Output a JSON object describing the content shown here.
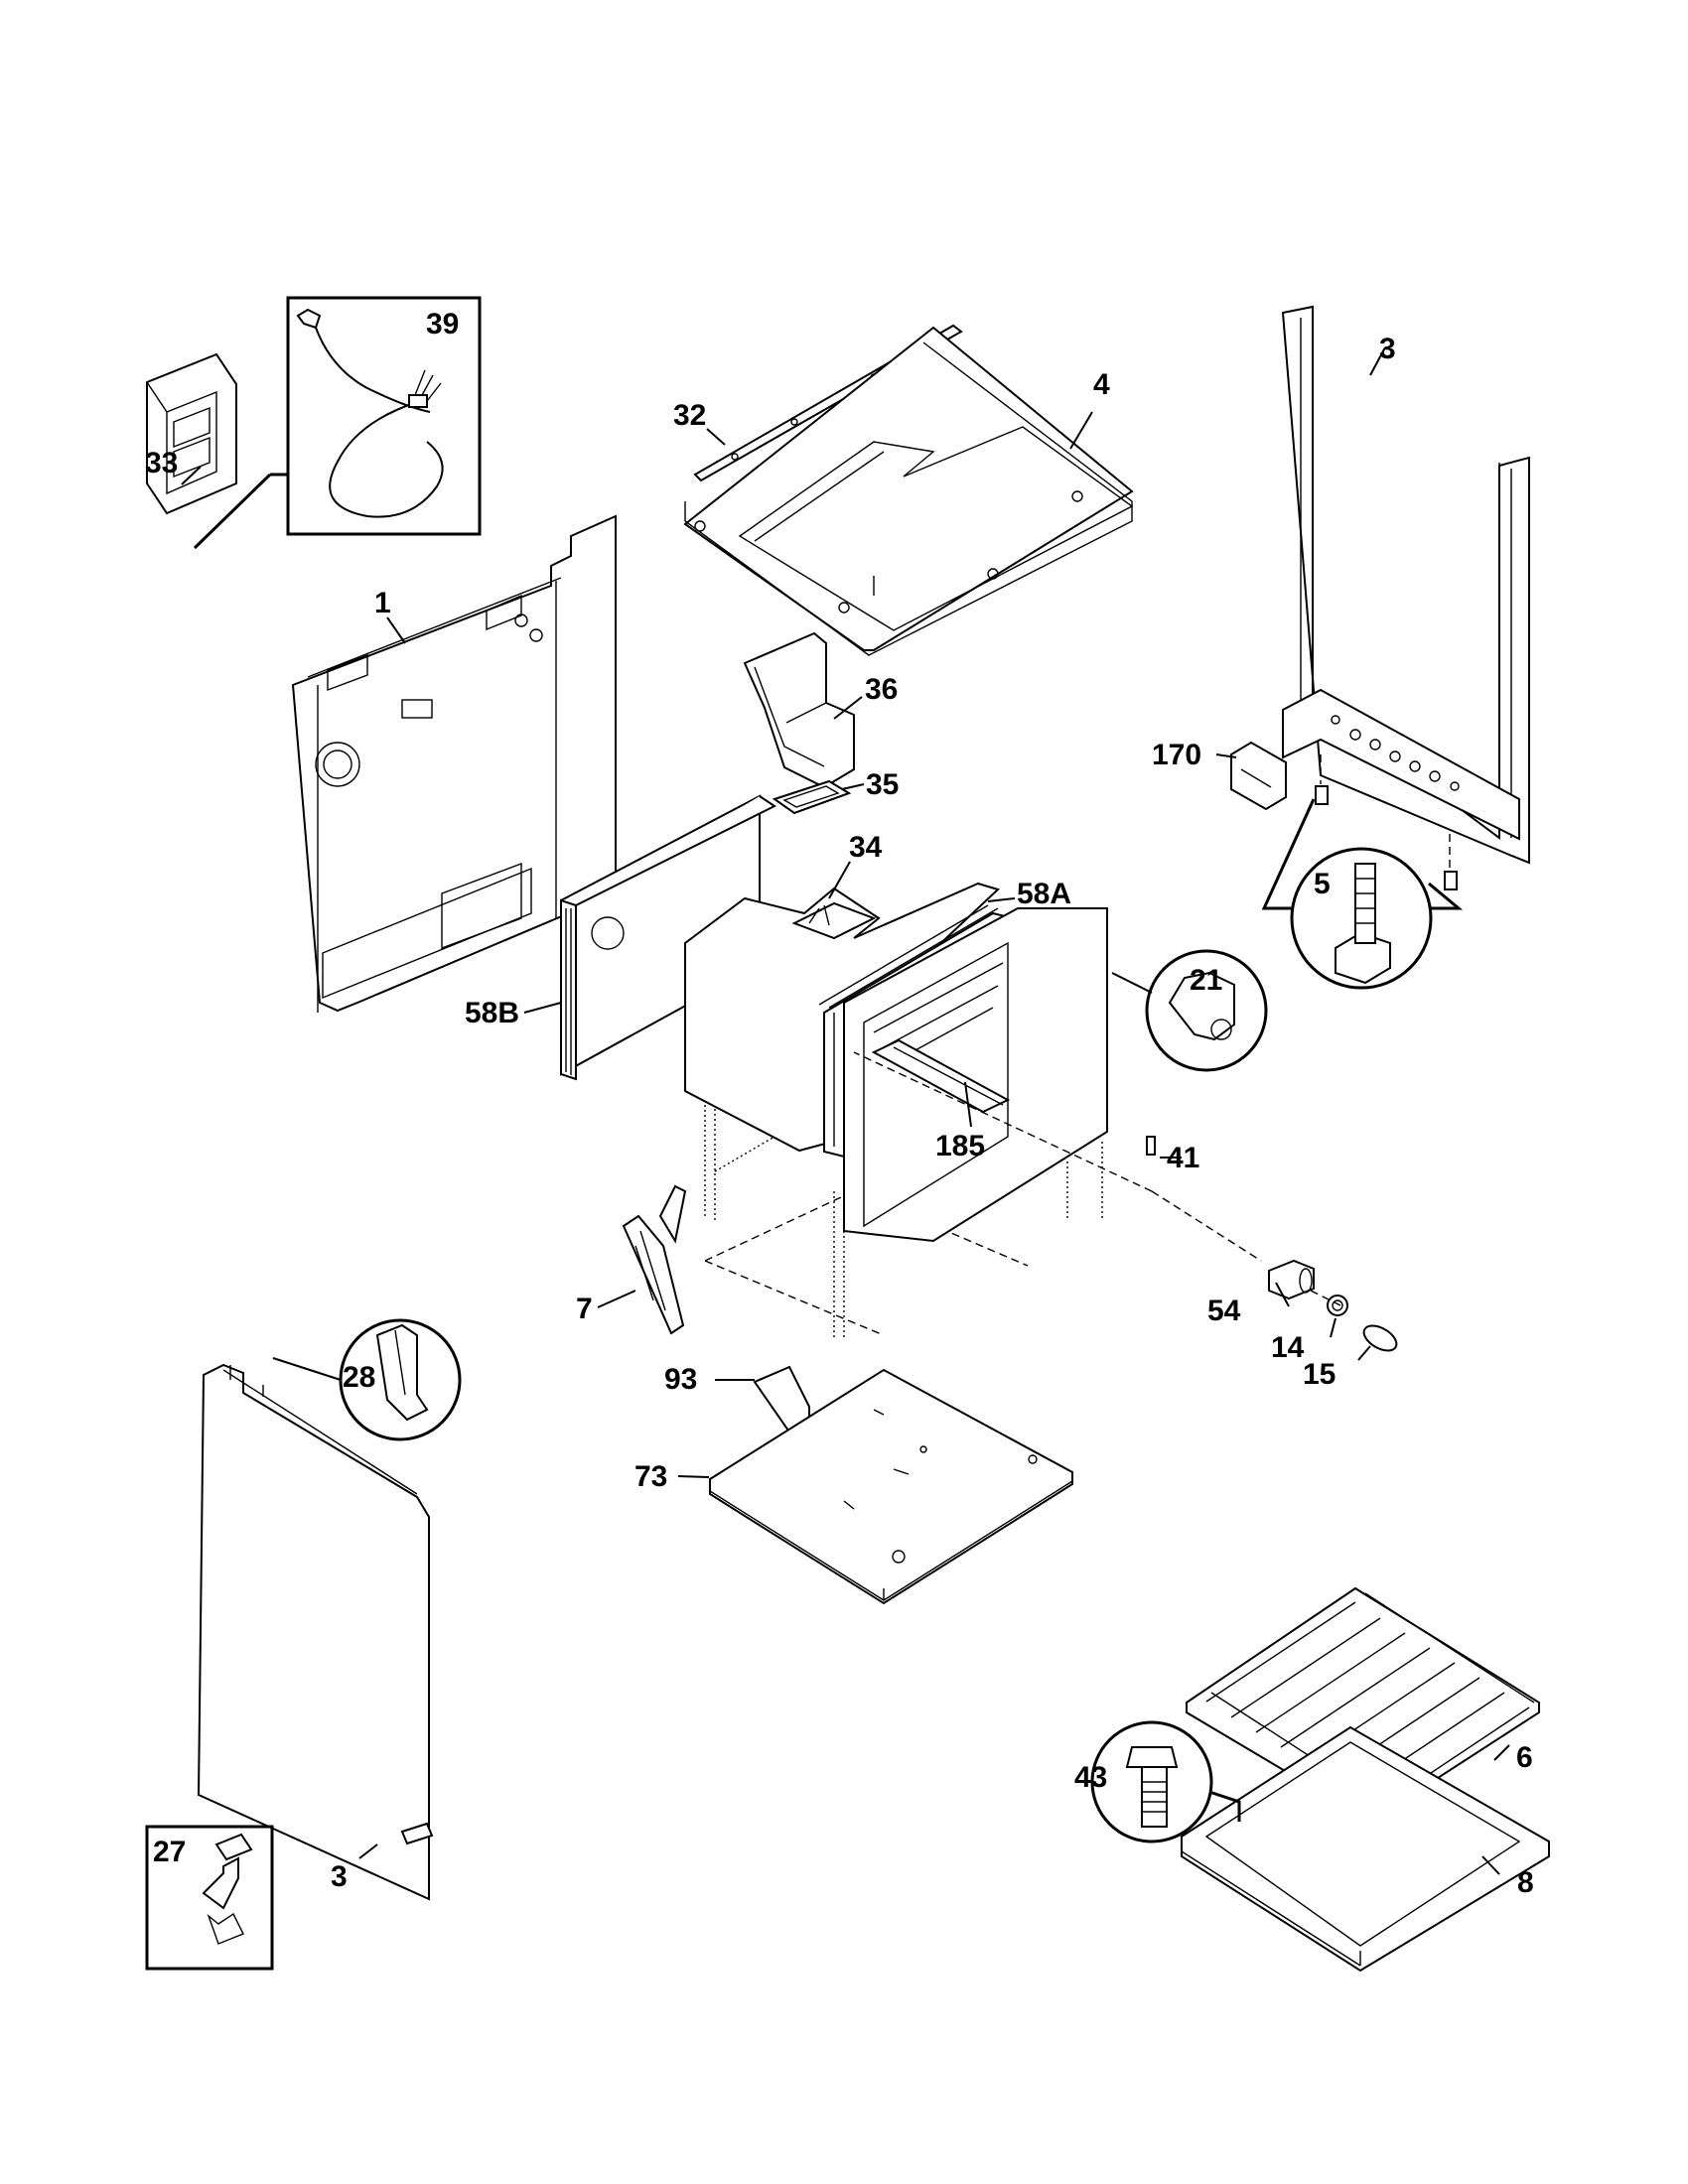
{
  "callouts": {
    "c39": "39",
    "c33": "33",
    "c1": "1",
    "c32": "32",
    "c4": "4",
    "c3_top": "3",
    "c36": "36",
    "c35": "35",
    "c170": "170",
    "c5": "5",
    "c34": "34",
    "c58A": "58A",
    "c58B": "58B",
    "c21": "21",
    "c185": "185",
    "c41": "41",
    "c7": "7",
    "c54": "54",
    "c14": "14",
    "c15": "15",
    "c28": "28",
    "c93": "93",
    "c73": "73",
    "c43": "43",
    "c6": "6",
    "c8": "8",
    "c27": "27",
    "c3_bottom": "3"
  }
}
